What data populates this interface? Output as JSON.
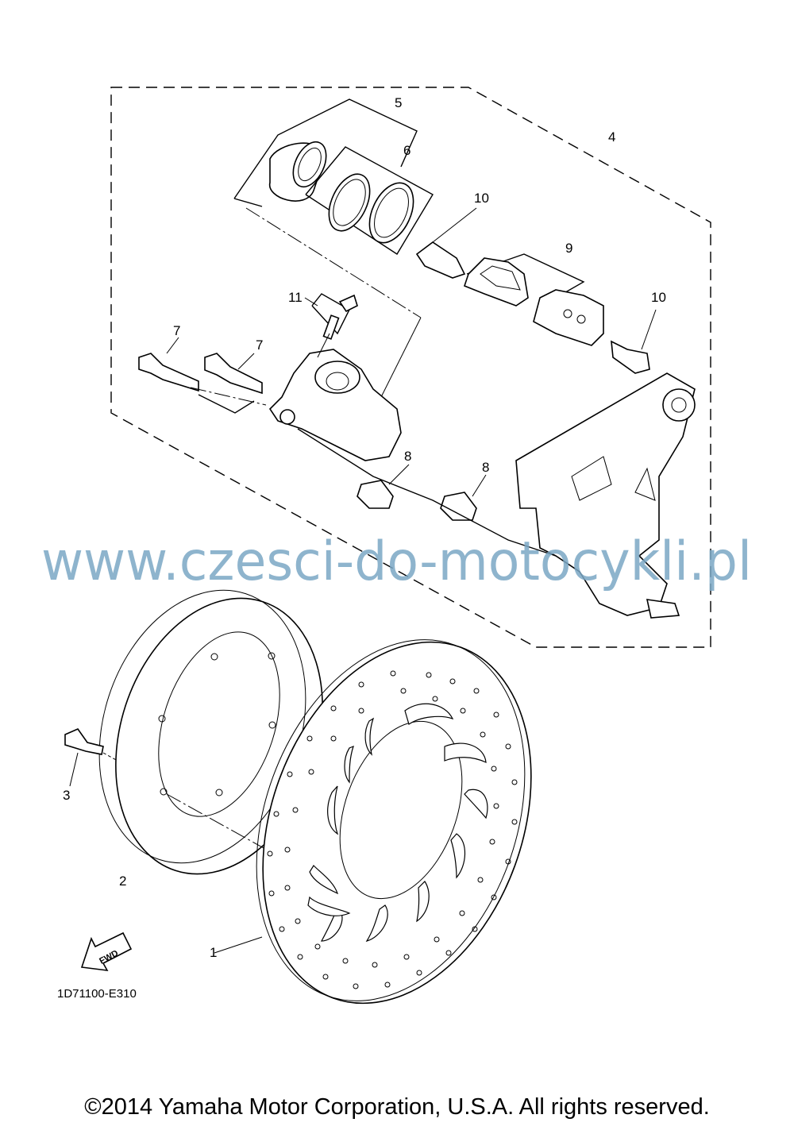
{
  "diagram": {
    "callouts": [
      "1",
      "2",
      "3",
      "4",
      "5",
      "6",
      "7",
      "7",
      "8",
      "8",
      "9",
      "10",
      "10",
      "11"
    ],
    "fwd_label": "FWD",
    "code": "1D71100-E310",
    "watermark": "www.czesci-do-motocykli.pl",
    "copyright": "©2014 Yamaha Motor Corporation, U.S.A. All rights reserved."
  }
}
